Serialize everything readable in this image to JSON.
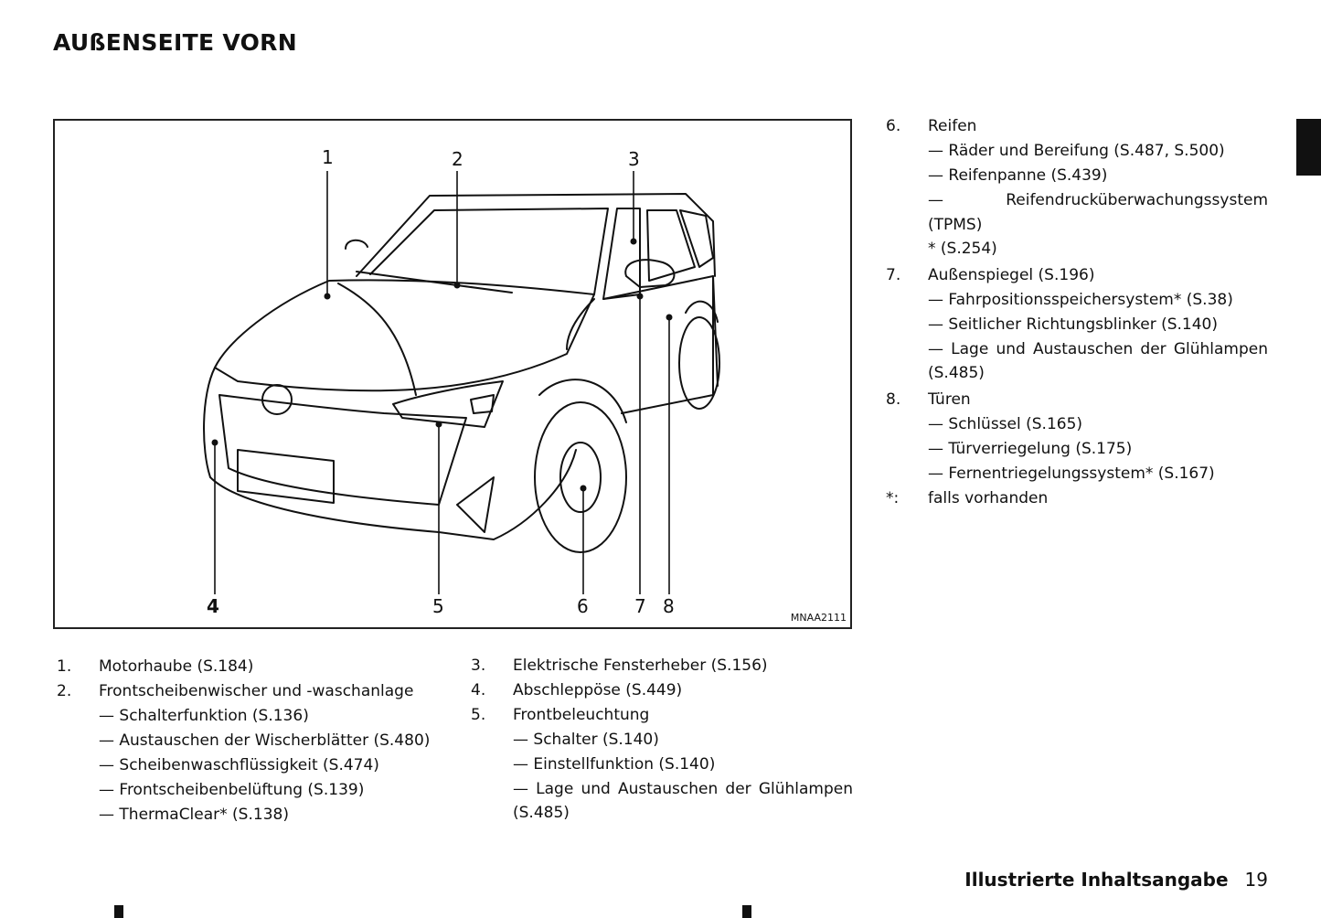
{
  "page": {
    "title": "AUßENSEITE VORN",
    "footer_title": "Illustrierte Inhaltsangabe",
    "page_number": "19"
  },
  "figure": {
    "code": "MNAA2111",
    "callouts": [
      "1",
      "2",
      "3",
      "4",
      "5",
      "6",
      "7",
      "8"
    ]
  },
  "left_list": [
    {
      "num": "1.",
      "label": "Motorhaube (S.184)",
      "subs": []
    },
    {
      "num": "2.",
      "label": "Frontscheibenwischer und -waschanlage",
      "subs": [
        "— Schalterfunktion (S.136)",
        "— Austauschen der Wischerblätter (S.480)",
        "— Scheibenwaschflüssigkeit (S.474)",
        "— Frontscheibenbelüftung (S.139)",
        "— ThermaClear* (S.138)"
      ]
    }
  ],
  "middle_list": [
    {
      "num": "3.",
      "label": "Elektrische Fensterheber (S.156)"
    },
    {
      "num": "4.",
      "label": "Abschleppöse (S.449)"
    },
    {
      "num": "5.",
      "label": "Frontbeleuchtung"
    },
    {
      "sub1": "— Schalter (S.140)",
      "sub2": "— Einstellfunktion (S.140)",
      "sub3a": "— Lage und Austauschen der Glühlampen",
      "sub3b": "(S.485)"
    }
  ],
  "right_list": {
    "i6": {
      "num": "6.",
      "label": "Reifen",
      "s1": "— Räder und Bereifung (S.487, S.500)",
      "s2": "— Reifenpanne (S.439)",
      "s3a": "— Reifendrucküberwachungssystem (TPMS)",
      "s3b": "* (S.254)"
    },
    "i7": {
      "num": "7.",
      "label": "Außenspiegel (S.196)",
      "s1": "— Fahrpositionsspeichersystem* (S.38)",
      "s2": "— Seitlicher Richtungsblinker (S.140)",
      "s3a": "— Lage und Austauschen der Glühlampen",
      "s3b": "(S.485)"
    },
    "i8": {
      "num": "8.",
      "label": "Türen",
      "s1": "— Schlüssel (S.165)",
      "s2": "— Türverriegelung (S.175)",
      "s3": "— Fernentriegelungssystem* (S.167)"
    },
    "note": {
      "num": "*:",
      "label": "falls vorhanden"
    }
  }
}
